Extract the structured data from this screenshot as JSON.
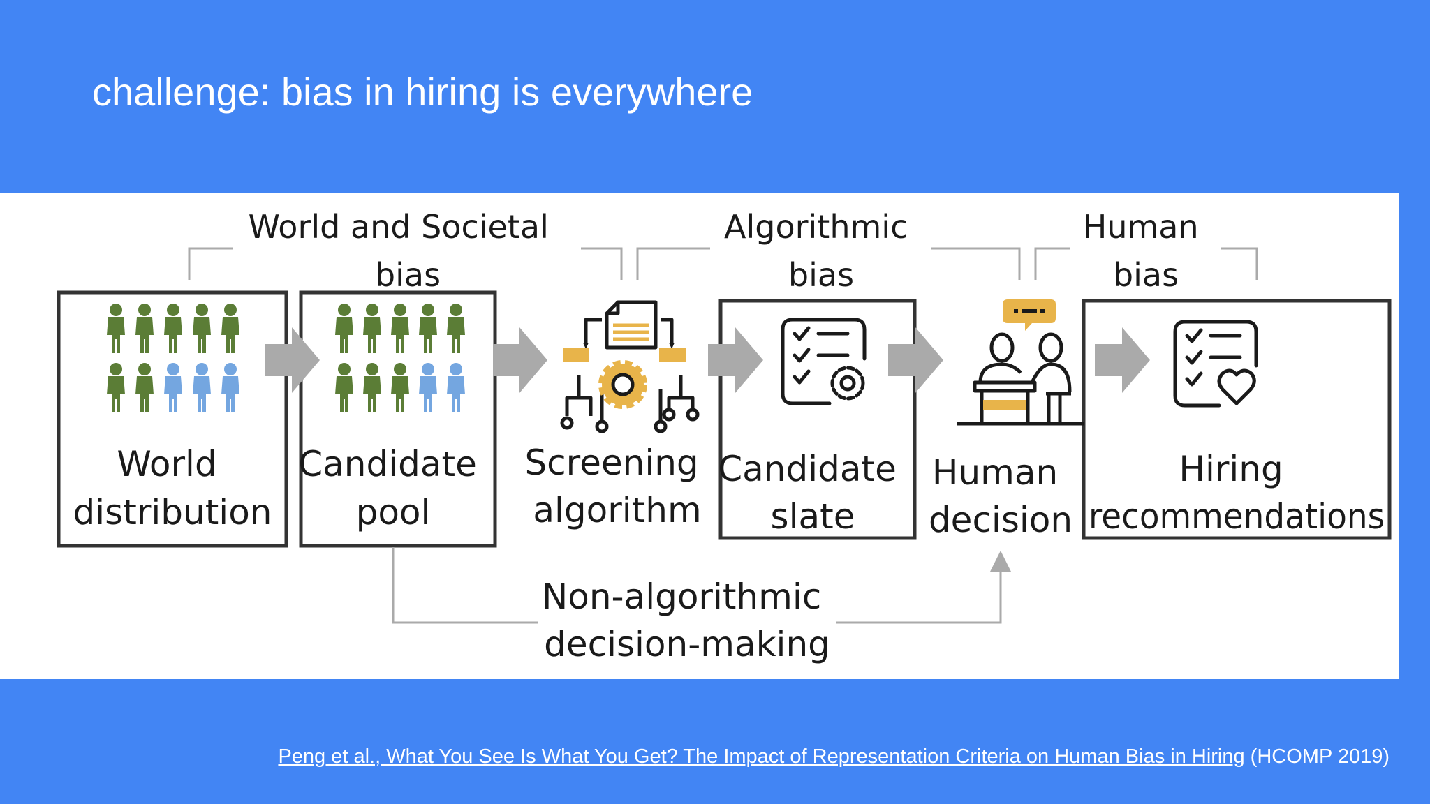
{
  "slide": {
    "title": "challenge: bias in hiring is everywhere"
  },
  "diagram": {
    "brackets": {
      "world_societal": [
        "World and Societal",
        "bias"
      ],
      "algorithmic": [
        "Algorithmic",
        "bias"
      ],
      "human": [
        "Human",
        "bias"
      ]
    },
    "stages": {
      "world_distribution": [
        "World",
        "distribution"
      ],
      "candidate_pool": [
        "Candidate",
        "pool"
      ],
      "screening_algorithm": [
        "Screening",
        "algorithm"
      ],
      "candidate_slate": [
        "Candidate",
        "slate"
      ],
      "human_decision": [
        "Human",
        "decision"
      ],
      "hiring_recommendations": [
        "Hiring",
        "recommendations"
      ]
    },
    "bypass": [
      "Non-algorithmic",
      "decision-making"
    ],
    "people": {
      "world_distribution": {
        "green": 7,
        "blue": 3
      },
      "candidate_pool": {
        "green": 8,
        "blue": 2
      }
    },
    "colors": {
      "green": "#5b7d36",
      "blue": "#74a6e0",
      "gold": "#e8b44a",
      "arrow": "#aaaaaa",
      "box": "#333333"
    }
  },
  "caption": {
    "link_text": "Peng et al., What You See Is What You Get? The Impact of Representation Criteria on Human Bias in Hiring",
    "venue": " (HCOMP 2019)"
  }
}
